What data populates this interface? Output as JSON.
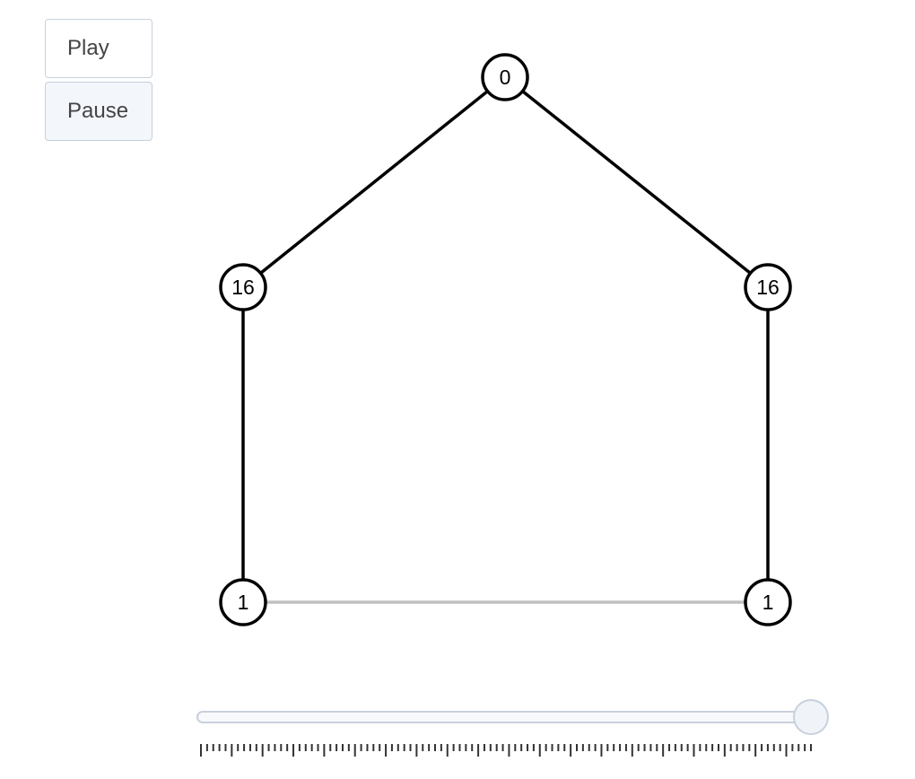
{
  "controls": {
    "play_label": "Play",
    "pause_label": "Pause",
    "active": "pause"
  },
  "graph": {
    "nodes": [
      {
        "id": "n0",
        "label": "0"
      },
      {
        "id": "n1",
        "label": "16"
      },
      {
        "id": "n2",
        "label": "16"
      },
      {
        "id": "n3",
        "label": "1"
      },
      {
        "id": "n4",
        "label": "1"
      }
    ],
    "edges": [
      {
        "from": "n0",
        "to": "n1",
        "color": "#000000"
      },
      {
        "from": "n0",
        "to": "n2",
        "color": "#000000"
      },
      {
        "from": "n1",
        "to": "n3",
        "color": "#000000"
      },
      {
        "from": "n2",
        "to": "n4",
        "color": "#000000"
      },
      {
        "from": "n3",
        "to": "n4",
        "color": "#c0c0c0"
      }
    ]
  },
  "slider": {
    "value_fraction": 1.0,
    "track_color": "#c8d0dc",
    "handle_color": "#f0f3f8",
    "tick_count": 100
  }
}
